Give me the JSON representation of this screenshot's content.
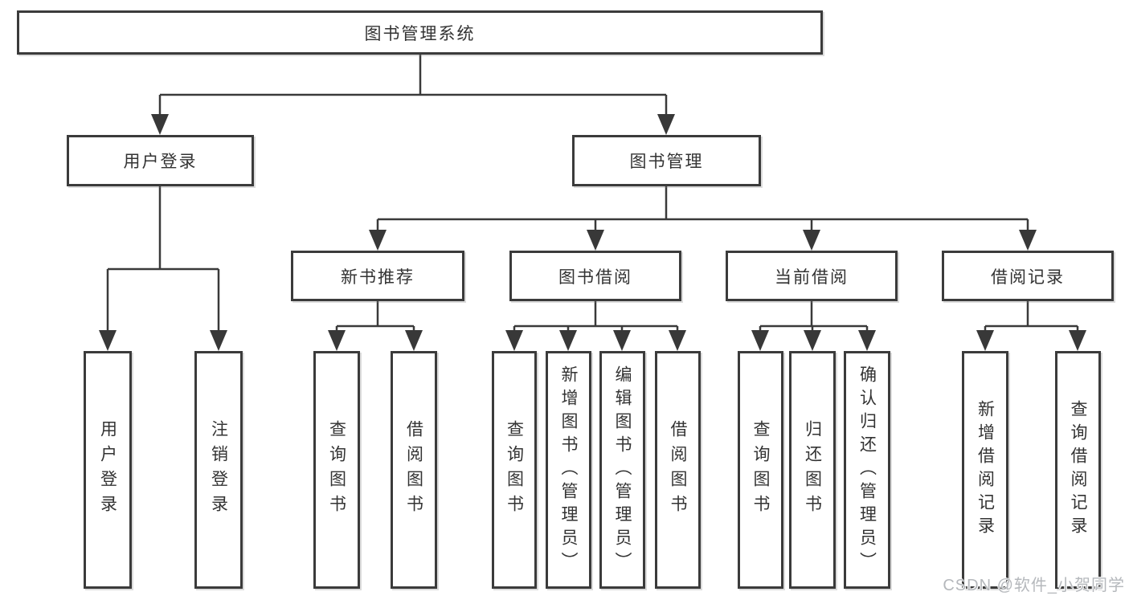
{
  "diagram": {
    "type": "hierarchy-tree",
    "line_color": "#3a3a3a",
    "text_color": "#333333",
    "box_background": "#ffffff",
    "root": {
      "label": "图书管理系统"
    },
    "branches": [
      {
        "label": "用户登录",
        "children": [
          {
            "label": "用户登录"
          },
          {
            "label": "注销登录"
          }
        ]
      },
      {
        "label": "图书管理",
        "children": [
          {
            "label": "新书推荐",
            "children": [
              {
                "label": "查询图书"
              },
              {
                "label": "借阅图书"
              }
            ]
          },
          {
            "label": "图书借阅",
            "children": [
              {
                "label": "查询图书"
              },
              {
                "label": "新增图书（管理员）"
              },
              {
                "label": "编辑图书（管理员）"
              },
              {
                "label": "借阅图书"
              }
            ]
          },
          {
            "label": "当前借阅",
            "children": [
              {
                "label": "查询图书"
              },
              {
                "label": "归还图书"
              },
              {
                "label": "确认归还（管理员）"
              }
            ]
          },
          {
            "label": "借阅记录",
            "children": [
              {
                "label": "新增借阅记录"
              },
              {
                "label": "查询借阅记录"
              }
            ]
          }
        ]
      }
    ]
  },
  "watermark": {
    "text": "CSDN @软件_小贺同学",
    "color": "#b5b8bc"
  }
}
